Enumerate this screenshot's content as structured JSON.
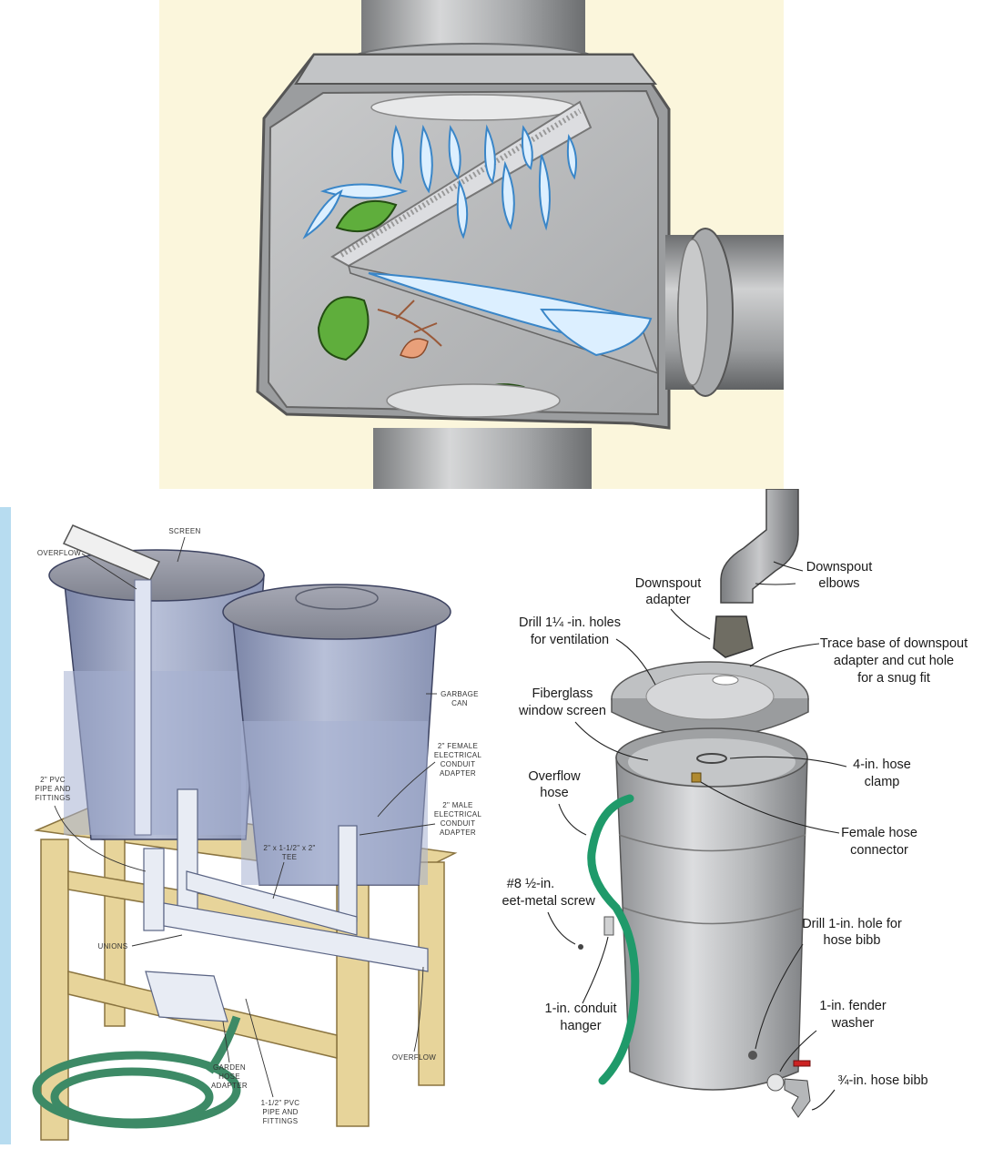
{
  "left_labels": {
    "screen": "SCREEN",
    "overflow_top": "OVERFLOW",
    "garbage_can": [
      "GARBAGE",
      "CAN"
    ],
    "female_adapter": [
      "2\" FEMALE",
      "ELECTRICAL",
      "CONDUIT",
      "ADAPTER"
    ],
    "pvc_pipe": [
      "2\" PVC",
      "PIPE AND",
      "FITTINGS"
    ],
    "male_adapter": [
      "2\" MALE",
      "ELECTRICAL",
      "CONDUIT",
      "ADAPTER"
    ],
    "tee": [
      "2\" x 1-1/2\" x 2\"",
      "TEE"
    ],
    "unions": "UNIONS",
    "overflow_bottom": "OVERFLOW",
    "garden_hose": [
      "GARDEN",
      "HOSE",
      "ADAPTER"
    ],
    "small_pipe": [
      "1-1/2\" PVC",
      "PIPE AND",
      "FITTINGS"
    ]
  },
  "right_labels": {
    "downspout_elbows": [
      "Downspout",
      "elbows"
    ],
    "downspout_adapter": [
      "Downspout",
      "adapter"
    ],
    "drill_ventilation": [
      "Drill 1¼ -in. holes",
      "for ventilation"
    ],
    "trace_base": [
      "Trace base of downspout",
      "adapter and cut hole",
      "for a snug fit"
    ],
    "fiberglass_screen": [
      "Fiberglass",
      "window screen"
    ],
    "hose_clamp": [
      "4-in. hose",
      "clamp"
    ],
    "overflow_hose": [
      "Overflow",
      "hose"
    ],
    "female_connector": [
      "Female hose",
      "connector"
    ],
    "sheet_metal_screw": [
      "#8 ½-in.",
      "sheet-metal screw"
    ],
    "drill_hose_bibb": [
      "Drill 1-in. hole for",
      "hose bibb"
    ],
    "conduit_hanger": [
      "1-in. conduit",
      "hanger"
    ],
    "fender_washer": [
      "1-in. fender",
      "washer"
    ],
    "hose_bibb": "¾-in. hose bibb"
  },
  "colors": {
    "top_background": "#fbf6dc",
    "metal": "#a9abad",
    "water": "#7ab8e0",
    "leaf": "#5fae3c",
    "can_blue": "#9aa6c8",
    "wood": "#e7d49a",
    "hose_green": "#1f9a6a"
  }
}
